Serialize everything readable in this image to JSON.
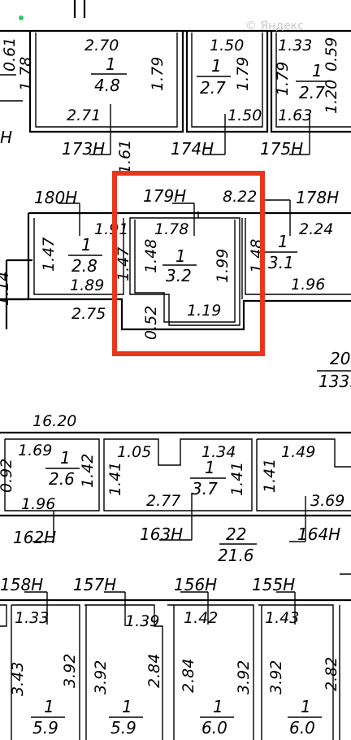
{
  "plan": {
    "watermark": "© Яндекс",
    "highlight_color": "#e8361e",
    "rooms": [
      {
        "id": "173H",
        "label": "173Н",
        "dims": [
          "2.70",
          "1.78",
          "1.79",
          "2.71"
        ],
        "count": "1",
        "area": "4.8"
      },
      {
        "id": "174H",
        "label": "174Н",
        "dims": [
          "1.50",
          "1.79",
          "1.50"
        ],
        "count": "1",
        "area": "2.7"
      },
      {
        "id": "175H",
        "label": "175Н",
        "dims": [
          "1.33",
          "0.59",
          "1.79",
          "1.20",
          "1.63"
        ],
        "count": "1",
        "area": "2.7"
      },
      {
        "id": "180H",
        "label": "180Н",
        "dims": [
          "1.91",
          "1.47",
          "1.47",
          "1.89"
        ],
        "count": "1",
        "area": "2.8"
      },
      {
        "id": "179H",
        "label": "179Н",
        "dims": [
          "1.78",
          "1.48",
          "1.99",
          "1.19",
          "0.52"
        ],
        "count": "1",
        "area": "3.2"
      },
      {
        "id": "178H",
        "label": "178Н",
        "dims": [
          "2.24",
          "1.48",
          "1.96"
        ],
        "count": "1",
        "area": "3.1"
      },
      {
        "id": "162H",
        "label": "162Н",
        "dims": [
          "1.69",
          "0.92",
          "1.42",
          "1.96"
        ],
        "count": "1",
        "area": "2.6"
      },
      {
        "id": "163H",
        "label": "163Н",
        "dims": [
          "1.05",
          "1.34",
          "1.41",
          "1.41",
          "2.77"
        ],
        "count": "1",
        "area": "3.7"
      },
      {
        "id": "164H",
        "label": "164Н",
        "dims": [
          "1.49",
          "1.41",
          "3.69"
        ]
      },
      {
        "id": "158H",
        "label": "158Н",
        "dims": [
          "1.33",
          "3.43",
          "3.92"
        ],
        "count": "1",
        "area": "5.9"
      },
      {
        "id": "157H",
        "label": "157Н",
        "dims": [
          "1.39",
          "3.92",
          "2.84"
        ],
        "count": "1",
        "area": "5.9"
      },
      {
        "id": "156H",
        "label": "156Н",
        "dims": [
          "1.42",
          "2.84",
          "3.92"
        ],
        "count": "1",
        "area": "6.0"
      },
      {
        "id": "155H",
        "label": "155Н",
        "dims": [
          "1.43",
          "3.92",
          "2.82"
        ],
        "count": "1",
        "area": "6.0"
      }
    ],
    "corridor": {
      "count": "22",
      "area": "21.6"
    },
    "misc": {
      "top_left_dim": "0.61",
      "left_label_top": "Н",
      "dim_161": "1.61",
      "dim_822": "8.22",
      "dim_114": "1.14",
      "dim_275": "2.75",
      "dim_1620": "16.20",
      "right_count_partial": "20",
      "right_area_partial": "133."
    }
  }
}
